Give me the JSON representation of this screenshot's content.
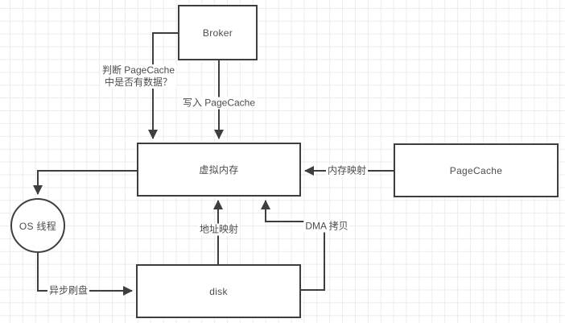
{
  "diagram": {
    "nodes": {
      "broker": {
        "label": "Broker",
        "shape": "rectangle"
      },
      "virtual_memory": {
        "label": "虚拟内存",
        "shape": "rectangle"
      },
      "pagecache": {
        "label": "PageCache",
        "shape": "rectangle"
      },
      "disk": {
        "label": "disk",
        "shape": "rectangle"
      },
      "os_thread": {
        "label": "OS 线程",
        "shape": "circle"
      }
    },
    "edges": {
      "check_pagecache": {
        "from": "broker",
        "to": "virtual_memory",
        "label_line1": "判断 PageCache",
        "label_line2": "中是否有数据？"
      },
      "write_pagecache": {
        "from": "broker",
        "to": "virtual_memory",
        "label": "写入 PageCache"
      },
      "memory_mapping": {
        "from": "pagecache",
        "to": "virtual_memory",
        "label": "内存映射"
      },
      "to_os_thread": {
        "from": "virtual_memory",
        "to": "os_thread",
        "label": ""
      },
      "async_flush": {
        "from": "os_thread",
        "to": "disk",
        "label": "异步刷盘"
      },
      "address_mapping": {
        "from": "disk",
        "to": "virtual_memory",
        "label": "地址映射"
      },
      "dma_copy": {
        "from": "disk",
        "to": "virtual_memory",
        "label": "DMA 拷贝"
      }
    },
    "colors": {
      "stroke": "#3e3e3e",
      "text": "#4d4d4d",
      "grid_line": "#ececec",
      "background": "#ffffff"
    }
  }
}
